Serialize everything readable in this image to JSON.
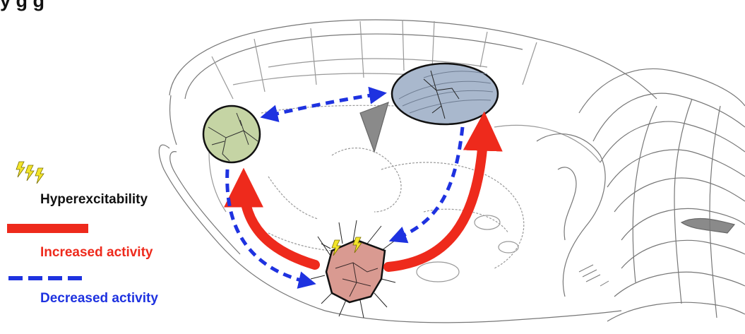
{
  "header": {
    "partial_title": "y  g                                              g"
  },
  "legend": {
    "hyperexcitability": "Hyperexcitability",
    "increased": "Increased activity",
    "decreased": "Decreased activity"
  },
  "colors": {
    "increased": "#ee2a1c",
    "decreased": "#1e32e0",
    "bolt": "#f3e52b",
    "region_green": "#c5d4a4",
    "region_blue": "#a9b8cd",
    "region_red": "#d99a91",
    "outline": "#666666"
  },
  "icons": [
    "lightning-bolt-icon"
  ]
}
